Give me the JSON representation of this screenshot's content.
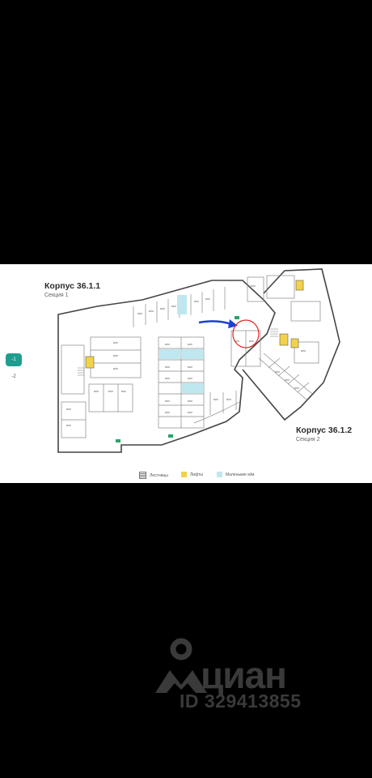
{
  "building1": {
    "title": "Корпус 36.1.1",
    "section": "Секция 1"
  },
  "building2": {
    "title": "Корпус 36.1.2",
    "section": "Секция 2"
  },
  "floors": {
    "active": "-1",
    "other": "-2"
  },
  "legend": {
    "stairs": "Лестницы",
    "lifts": "Лифты",
    "small": "Маленькие м/м"
  },
  "colors": {
    "accent": "#1e9e8f",
    "small_spot": "#bfe7f0",
    "lift": "#f2d24b",
    "arrow": "#1c3fd6",
    "circle": "#e0231e"
  },
  "watermark": {
    "brand": "циан",
    "id": "ID 329413855",
    "icon": "location-pin-icon"
  }
}
